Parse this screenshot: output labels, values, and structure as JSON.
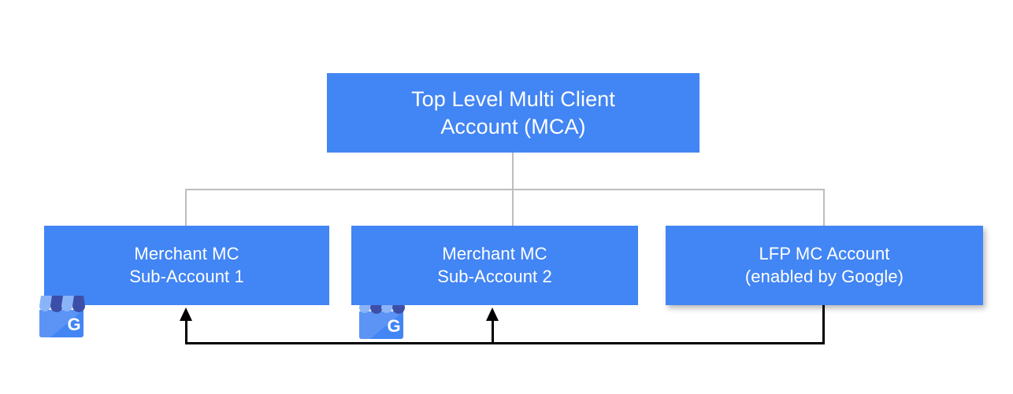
{
  "diagram": {
    "type": "hierarchy-tree",
    "title": "Top Level Multi Client Account hierarchy",
    "colors": {
      "node_fill": "#4285F4",
      "node_text": "#FFFFFF",
      "tree_connector": "#BDBDBD",
      "feed_arrow": "#000000",
      "background": "#FFFFFF",
      "icon_awning_light": "#8AB4F8",
      "icon_awning_dark": "#3C4FA8",
      "icon_body": "#4285F4",
      "icon_body_shade": "#5C94F5",
      "icon_letter": "#FFFFFF"
    },
    "nodes": {
      "mca": {
        "id": "top-level-mca",
        "line1": "Top Level Multi Client",
        "line2": "Account (MCA)"
      },
      "sub1": {
        "id": "merchant-mc-sub-account-1",
        "line1": "Merchant MC",
        "line2": "Sub-Account 1"
      },
      "sub2": {
        "id": "merchant-mc-sub-account-2",
        "line1": "Merchant MC",
        "line2": "Sub-Account 2"
      },
      "lfp": {
        "id": "lfp-mc-account",
        "line1": "LFP MC Account",
        "line2": "(enabled by Google)"
      }
    },
    "icons": {
      "gbp_letter": "G",
      "gbp_name": "google-business-profile-icon"
    },
    "edges": [
      {
        "from": "top-level-mca",
        "to": "merchant-mc-sub-account-1",
        "style": "gray-elbow"
      },
      {
        "from": "top-level-mca",
        "to": "merchant-mc-sub-account-2",
        "style": "gray-elbow"
      },
      {
        "from": "top-level-mca",
        "to": "lfp-mc-account",
        "style": "gray-elbow"
      },
      {
        "from": "lfp-mc-account",
        "to": "merchant-mc-sub-account-1",
        "style": "black-arrow"
      },
      {
        "from": "lfp-mc-account",
        "to": "merchant-mc-sub-account-2",
        "style": "black-arrow"
      }
    ]
  }
}
